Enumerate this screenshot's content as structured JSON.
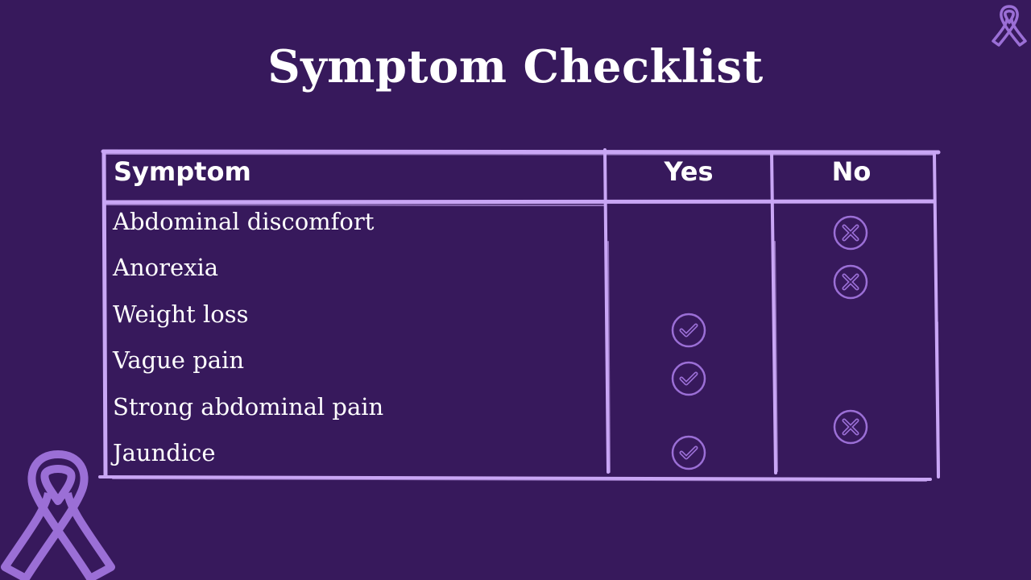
{
  "title": "Symptom Checklist",
  "table": {
    "headers": {
      "symptom": "Symptom",
      "yes": "Yes",
      "no": "No"
    },
    "rows": [
      {
        "symptom": "Abdominal discomfort",
        "answer": "no"
      },
      {
        "symptom": "Anorexia",
        "answer": "no"
      },
      {
        "symptom": "Weight loss",
        "answer": "yes"
      },
      {
        "symptom": "Vague pain",
        "answer": "yes"
      },
      {
        "symptom": "Strong abdominal pain",
        "answer": "no"
      },
      {
        "symptom": "Jaundice",
        "answer": "yes"
      }
    ]
  },
  "icons": {
    "yes": "check-circle-icon",
    "no": "x-circle-icon",
    "decoration": "awareness-ribbon-icon"
  },
  "colors": {
    "background": "#37195c",
    "accent": "#c9a6f5",
    "icon": "#9b6fd6",
    "text": "#ffffff"
  }
}
